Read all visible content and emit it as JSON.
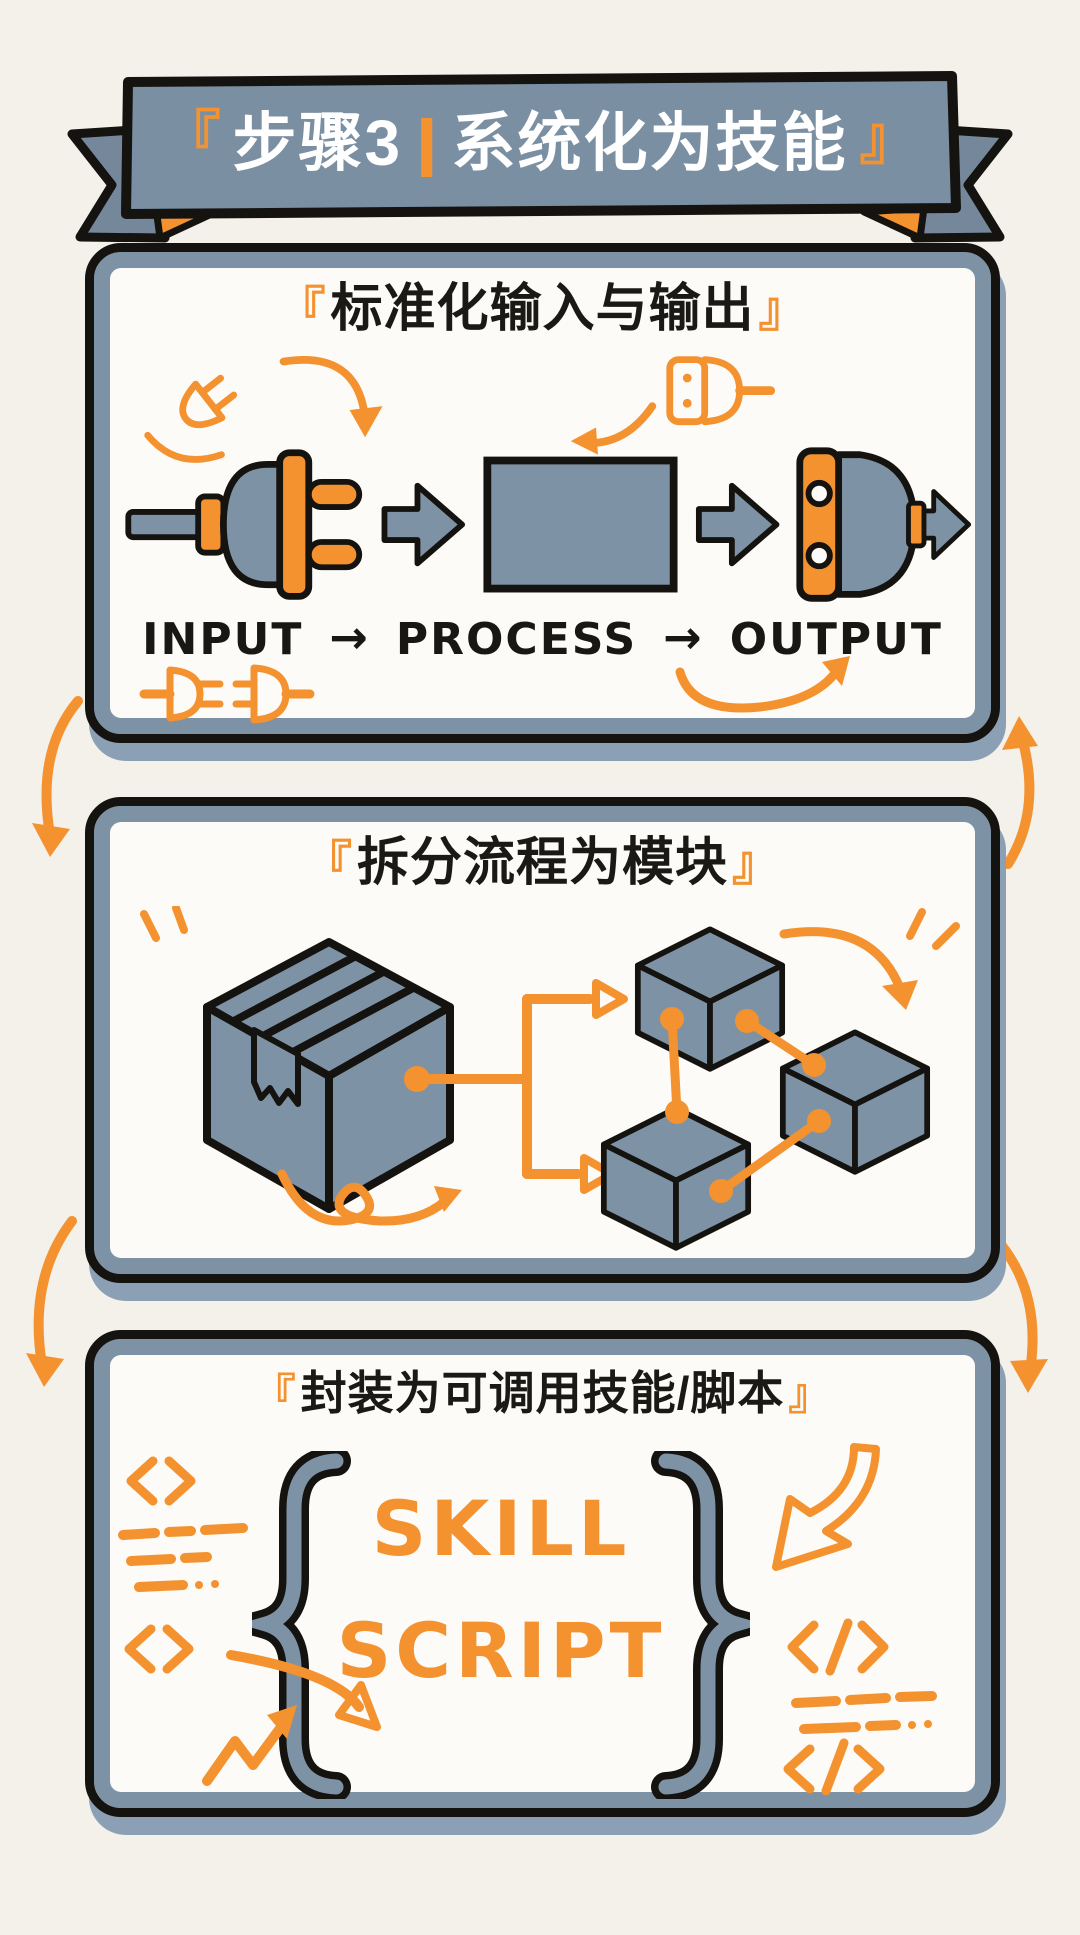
{
  "banner": {
    "bracket_open": "『",
    "step": "步骤3",
    "separator": "|",
    "title": "系统化为技能",
    "bracket_close": "』"
  },
  "panels": [
    {
      "id": "standardize-io",
      "bracket_open": "『",
      "title": "标准化输入与输出",
      "bracket_close": "』",
      "flow_labels": [
        "INPUT",
        "PROCESS",
        "OUTPUT"
      ],
      "flow_arrow": "→"
    },
    {
      "id": "split-into-modules",
      "bracket_open": "『",
      "title": "拆分流程为模块",
      "bracket_close": "』"
    },
    {
      "id": "encapsulate-skill",
      "bracket_open": "『",
      "title": "封装为可调用技能/脚本",
      "bracket_close": "』",
      "keywords": [
        "SKILL",
        "SCRIPT"
      ]
    }
  ],
  "colors": {
    "background": "#f4f1ea",
    "panel_paper": "#fcfbf7",
    "slate": "#7e92a6",
    "slate_dark": "#75889b",
    "orange_accent": "#f3922f",
    "ink_outline": "#15130f",
    "banner_text": "#ffffff"
  }
}
